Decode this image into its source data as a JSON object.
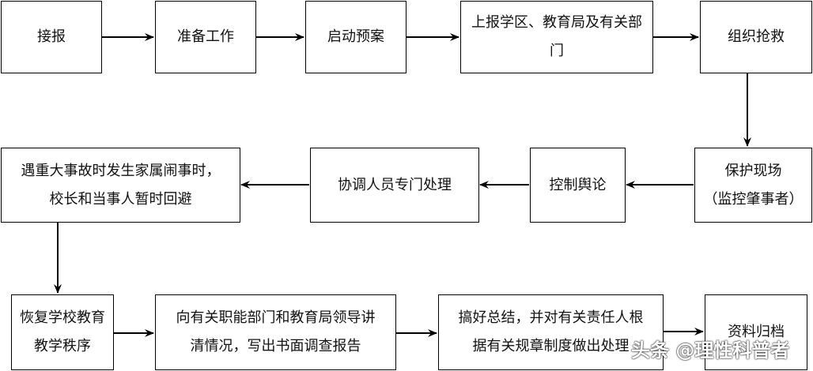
{
  "nodes": {
    "n1": {
      "lines": [
        "接报"
      ]
    },
    "n2": {
      "lines": [
        "准备工作"
      ]
    },
    "n3": {
      "lines": [
        "启动预案"
      ]
    },
    "n4": {
      "lines": [
        "上报学区、教育局及有关部",
        "门"
      ]
    },
    "n5": {
      "lines": [
        "组织抢救"
      ]
    },
    "n6": {
      "lines": [
        "保护现场",
        "（监控肇事者）"
      ]
    },
    "n7": {
      "lines": [
        "控制舆论"
      ]
    },
    "n8": {
      "lines": [
        "协调人员专门处理"
      ]
    },
    "n9": {
      "lines": [
        "遇重大事故时发生家属闹事时，",
        "校长和当事人暂时回避"
      ]
    },
    "n10": {
      "lines": [
        "恢复学校教育",
        "教学秩序"
      ]
    },
    "n11": {
      "lines": [
        "向有关职能部门和教育局领导讲",
        "清情况，写出书面调查报告"
      ]
    },
    "n12": {
      "lines": [
        "搞好总结，并对有关责任人根",
        "据有关规章制度做出处理"
      ]
    },
    "n13": {
      "lines": [
        "资料归档"
      ]
    }
  },
  "edges": [
    [
      "n1",
      "n2"
    ],
    [
      "n2",
      "n3"
    ],
    [
      "n3",
      "n4"
    ],
    [
      "n4",
      "n5"
    ],
    [
      "n5",
      "n6"
    ],
    [
      "n6",
      "n7"
    ],
    [
      "n7",
      "n8"
    ],
    [
      "n8",
      "n9"
    ],
    [
      "n9",
      "n10"
    ],
    [
      "n10",
      "n11"
    ],
    [
      "n11",
      "n12"
    ],
    [
      "n12",
      "n13"
    ]
  ],
  "watermark": "头条 @理性科普者"
}
